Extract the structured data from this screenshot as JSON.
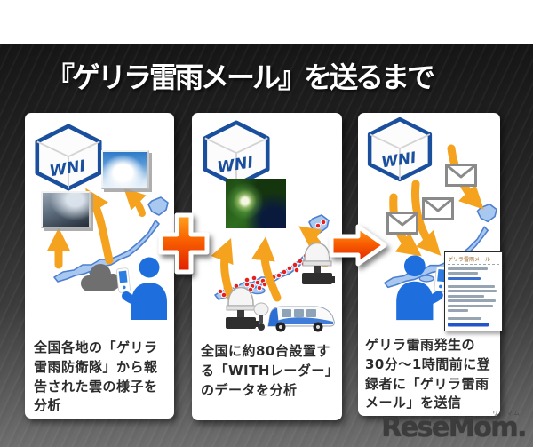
{
  "title": "『ゲリラ雷雨メール』を送るまで",
  "logo": {
    "text": "ReseMom.",
    "ruby": "リセマム"
  },
  "colors": {
    "accent_orange": "#f5a21f",
    "connector_gradient_top": "#ffa41e",
    "connector_gradient_bottom": "#e11e00",
    "map_fill": "#a8c8f0",
    "map_stroke": "#4d7fd0",
    "person_blue": "#1e6fdd",
    "cube_stroke": "#1a4f9e",
    "radar_dot_red": "#e52020",
    "panel_background": "#ffffff",
    "board_top": "#161616",
    "board_bottom": "#6f6f6f"
  },
  "panels": [
    {
      "cube_label": "WNI",
      "caption": "全国各地の「ゲリラ雷雨防衛隊」から報告された雲の様子を分析"
    },
    {
      "cube_label": "WNI",
      "caption": "全国に約80台設置する「WITHレーダー」のデータを分析"
    },
    {
      "cube_label": "WNI",
      "caption": "ゲリラ雷雨発生の30分〜1時間前に登録者に「ゲリラ雷雨メール」を送信",
      "mail": {
        "title": "ゲリラ雷雨メール"
      }
    }
  ]
}
